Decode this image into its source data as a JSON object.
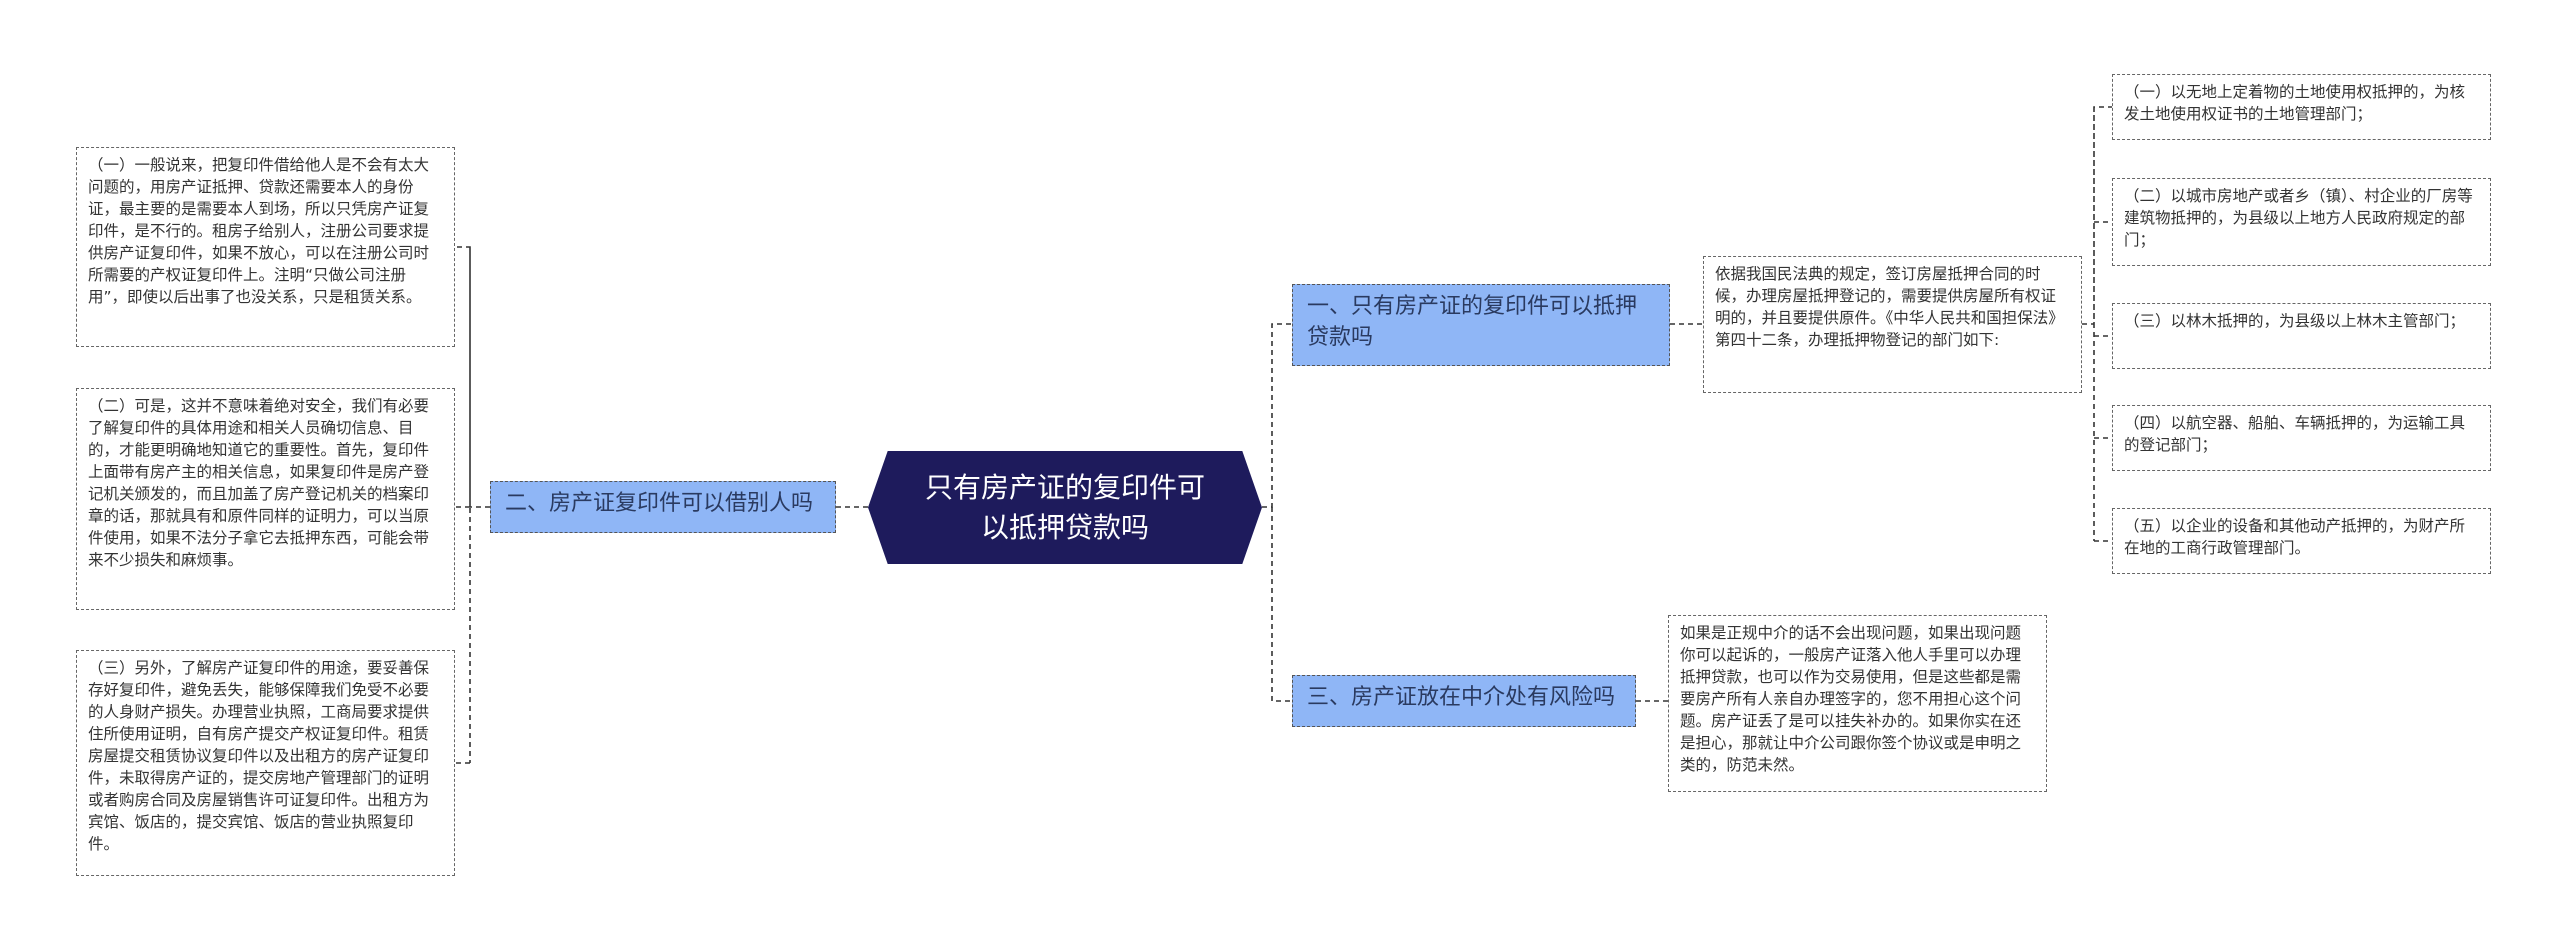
{
  "colors": {
    "root_bg": "#1e1b5c",
    "branch_bg": "#8fb6f6",
    "line": "#333333"
  },
  "root": {
    "label": "只有房产证的复印件可以抵押贷款吗"
  },
  "branches": [
    {
      "label": "一、只有房产证的复印件可以抵押贷款吗",
      "intro": "依据我国民法典的规定，签订房屋抵押合同的时候，办理房屋抵押登记的，需要提供房屋所有权证明的，并且要提供原件。《中华人民共和国担保法》第四十二条，办理抵押物登记的部门如下:",
      "items": [
        "（一）以无地上定着物的土地使用权抵押的，为核发土地使用权证书的土地管理部门；",
        "（二）以城市房地产或者乡（镇）、村企业的厂房等建筑物抵押的，为县级以上地方人民政府规定的部门；",
        "（三）以林木抵押的，为县级以上林木主管部门；",
        "（四）以航空器、船舶、车辆抵押的，为运输工具的登记部门；",
        "（五）以企业的设备和其他动产抵押的，为财产所在地的工商行政管理部门。"
      ]
    },
    {
      "label": "二、房产证复印件可以借别人吗",
      "items": [
        "（一）一般说来，把复印件借给他人是不会有太大问题的，用房产证抵押、贷款还需要本人的身份证，最主要的是需要本人到场，所以只凭房产证复印件，是不行的。租房子给别人，注册公司要求提供房产证复印件，如果不放心，可以在注册公司时所需要的产权证复印件上。注明“只做公司注册用”，即使以后出事了也没关系，只是租赁关系。",
        "（二）可是，这并不意味着绝对安全，我们有必要了解复印件的具体用途和相关人员确切信息、目的，才能更明确地知道它的重要性。首先，复印件上面带有房产主的相关信息，如果复印件是房产登记机关颁发的，而且加盖了房产登记机关的档案印章的话，那就具有和原件同样的证明力，可以当原件使用，如果不法分子拿它去抵押东西，可能会带来不少损失和麻烦事。",
        "（三）另外，了解房产证复印件的用途，要妥善保存好复印件，避免丢失，能够保障我们免受不必要的人身财产损失。办理营业执照，工商局要求提供住所使用证明，自有房产提交产权证复印件。租赁房屋提交租赁协议复印件以及出租方的房产证复印件，未取得房产证的，提交房地产管理部门的证明或者购房合同及房屋销售许可证复印件。出租方为宾馆、饭店的，提交宾馆、饭店的营业执照复印件。"
      ]
    },
    {
      "label": "三、房产证放在中介处有风险吗",
      "items": [
        "如果是正规中介的话不会出现问题，如果出现问题你可以起诉的，一般房产证落入他人手里可以办理抵押贷款，也可以作为交易使用，但是这些都是需要房产所有人亲自办理签字的，您不用担心这个问题。房产证丢了是可以挂失补办的。如果你实在还是担心，那就让中介公司跟你签个协议或是申明之类的，防范未然。"
      ]
    }
  ]
}
